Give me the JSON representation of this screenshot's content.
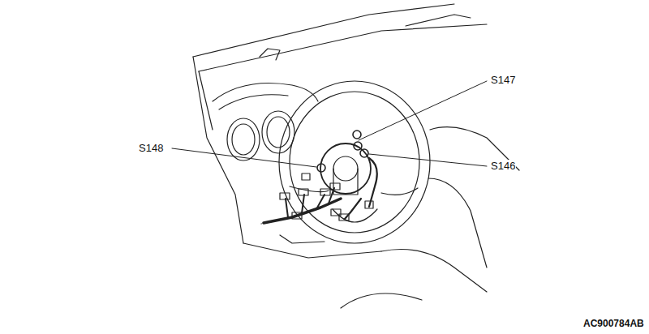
{
  "diagram": {
    "labels": [
      "S147",
      "S148",
      "S146",
      "AC900784AB"
    ]
  }
}
